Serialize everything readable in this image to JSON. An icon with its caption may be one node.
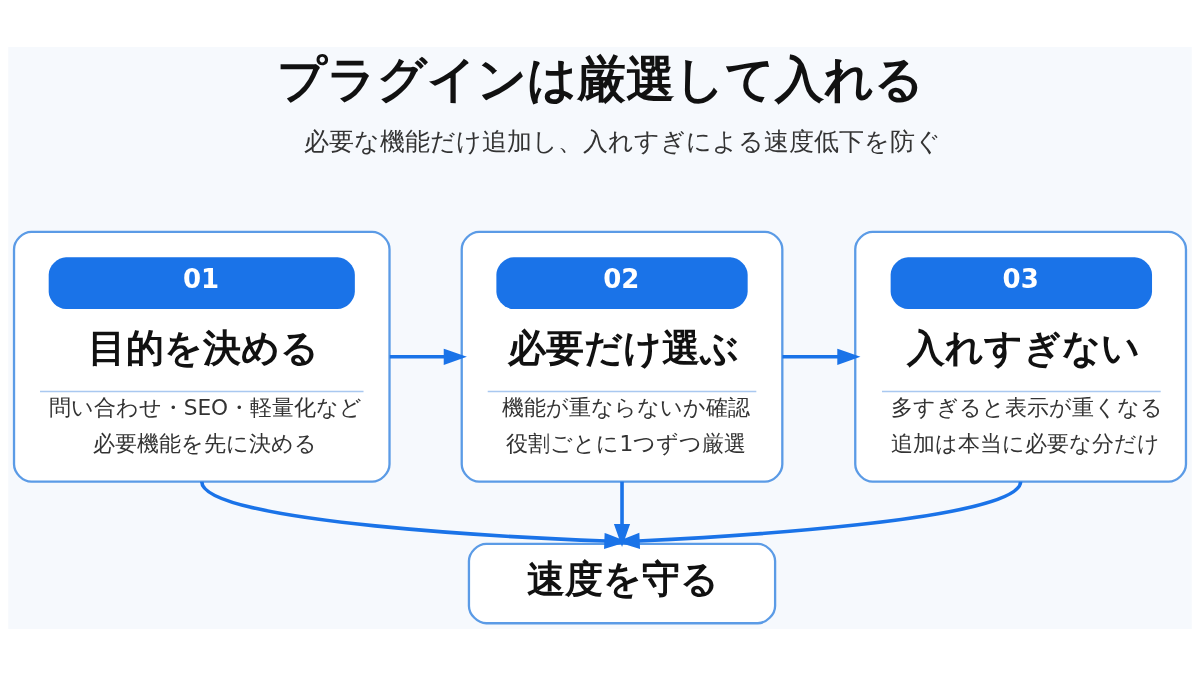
{
  "diagram": {
    "title": "プラグインは厳選して入れる",
    "nodes": [
      {
        "text": [
          "01",
          "目的を決める",
          "問い合わせ・SEO・軽量化など",
          "必要機能を先に決める"
        ]
      },
      {
        "text": [
          "02",
          "必要だけ選ぶ",
          "機能が重ならないか確認",
          "役割ごとに1つずつ厳選"
        ]
      },
      {
        "text": [
          "03",
          "入れすぎない",
          "多すぎると表示が重くなる",
          "追加は本当に必要な分だけ"
        ]
      },
      {
        "text": [
          "速度を守る"
        ]
      }
    ],
    "edges": [
      {
        "from": 0,
        "to": 1,
        "arrow": "to"
      },
      {
        "from": 1,
        "to": 2,
        "arrow": "to"
      },
      {
        "from": 0,
        "to": 3,
        "arrow": "to"
      },
      {
        "from": 1,
        "to": 3,
        "arrow": "to"
      },
      {
        "from": 2,
        "to": 3,
        "arrow": "to"
      }
    ],
    "labels": [
      "必要な機能だけ追加し、入れすぎによる速度低下を防ぐ"
    ]
  }
}
